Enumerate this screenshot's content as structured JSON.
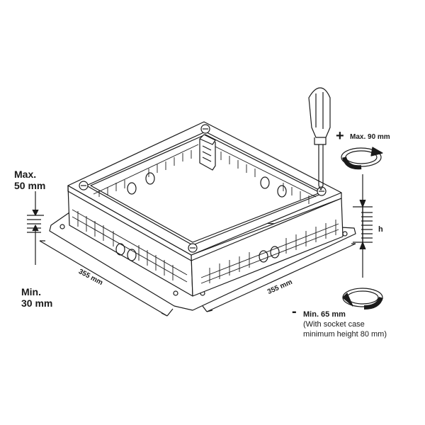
{
  "diagram": {
    "min_height_label": "Min.\n30 mm",
    "max_height_label": "Max.\n50 mm",
    "width_left_label": "355 mm",
    "width_right_label": "355 mm",
    "plus_sign": "+",
    "max_adjust_label": "Max. 90 mm",
    "h_label": "h",
    "minus_sign": "-",
    "min_adjust_label": "Min. 65 mm",
    "min_adjust_note_1": "(With socket case",
    "min_adjust_note_2": "minimum height 80 mm)"
  },
  "icons": {
    "screwdriver": "screwdriver-icon",
    "rotate_cw": "rotate-clockwise-icon",
    "rotate_ccw": "rotate-counterclockwise-icon"
  },
  "colors": {
    "line": "#1a1a1a",
    "fill": "#ffffff",
    "shade": "#e6e6e6"
  }
}
